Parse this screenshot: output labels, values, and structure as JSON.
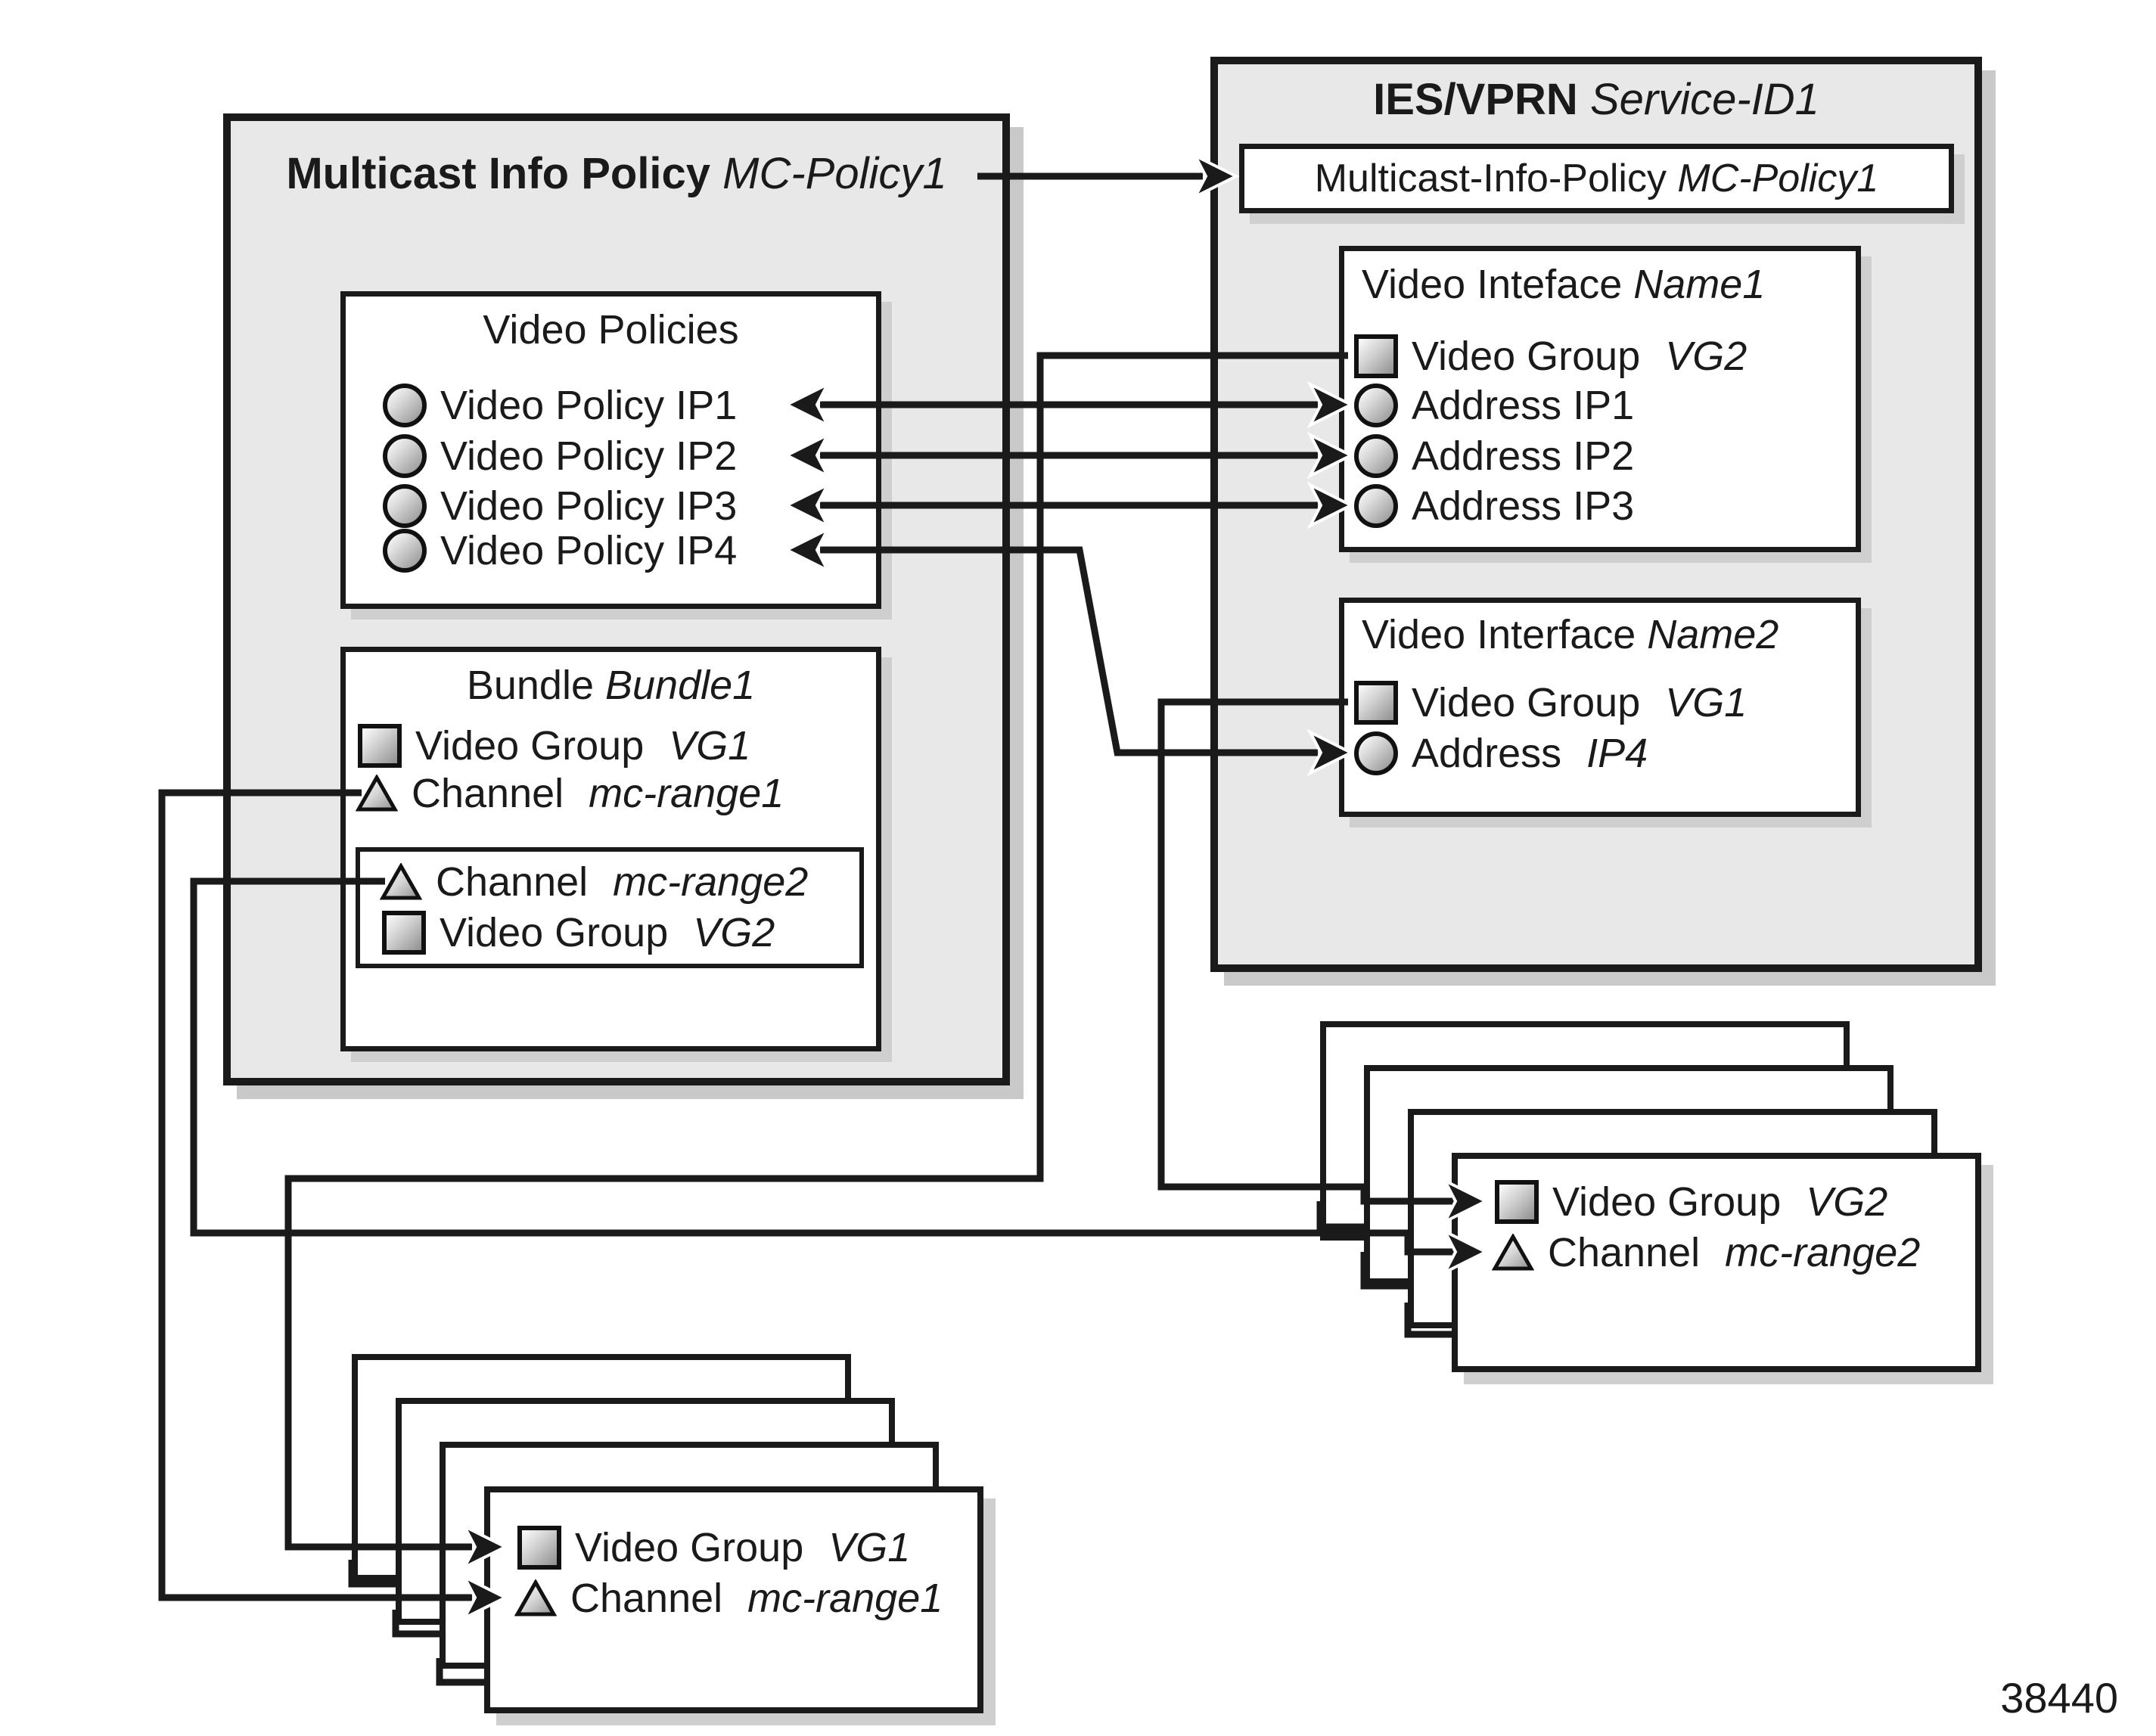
{
  "figure_number": "38440",
  "colors": {
    "panel_fill": "#e8e8e8",
    "box_fill": "#ffffff",
    "line": "#1a1a1a",
    "shadow": "#c9c9c9"
  },
  "left_panel": {
    "title": {
      "text": "Multicast Info Policy ",
      "em": "MC-Policy1"
    },
    "video_policies": {
      "title": "Video Policies",
      "items": [
        {
          "icon": "circle-icon",
          "text": "Video Policy IP1",
          "em": ""
        },
        {
          "icon": "circle-icon",
          "text": "Video Policy IP2",
          "em": ""
        },
        {
          "icon": "circle-icon",
          "text": "Video Policy IP3",
          "em": ""
        },
        {
          "icon": "circle-icon",
          "text": "Video Policy IP4",
          "em": ""
        }
      ]
    },
    "bundle": {
      "title": {
        "text": "Bundle ",
        "em": "Bundle1"
      },
      "items": [
        {
          "icon": "square-icon",
          "text": "Video Group ",
          "em": "VG1"
        },
        {
          "icon": "triangle-icon",
          "text": "Channel ",
          "em": "mc-range1"
        }
      ],
      "inner_items": [
        {
          "icon": "triangle-icon",
          "text": "Channel ",
          "em": "mc-range2"
        },
        {
          "icon": "square-icon",
          "text": "Video Group ",
          "em": "VG2"
        }
      ]
    }
  },
  "right_panel": {
    "title": {
      "text": "IES/VPRN ",
      "em": "Service-ID1"
    },
    "policy_box": {
      "text": "Multicast-Info-Policy ",
      "em": "MC-Policy1"
    },
    "interface1": {
      "title": {
        "text": "Video Inteface ",
        "em": "Name1"
      },
      "items": [
        {
          "icon": "square-icon",
          "text": "Video Group ",
          "em": "VG2"
        },
        {
          "icon": "circle-icon",
          "text": "Address IP1",
          "em": ""
        },
        {
          "icon": "circle-icon",
          "text": "Address IP2",
          "em": ""
        },
        {
          "icon": "circle-icon",
          "text": "Address IP3",
          "em": ""
        }
      ]
    },
    "interface2": {
      "title": {
        "text": "Video Interface ",
        "em": "Name2"
      },
      "items": [
        {
          "icon": "square-icon",
          "text": "Video Group ",
          "em": "VG1"
        },
        {
          "icon": "circle-icon",
          "text": "Address ",
          "em": "IP4"
        }
      ]
    }
  },
  "right_stack": {
    "items": [
      {
        "icon": "square-icon",
        "text": "Video Group ",
        "em": "VG2"
      },
      {
        "icon": "triangle-icon",
        "text": "Channel ",
        "em": "mc-range2"
      }
    ]
  },
  "left_stack": {
    "items": [
      {
        "icon": "square-icon",
        "text": "Video Group ",
        "em": "VG1"
      },
      {
        "icon": "triangle-icon",
        "text": "Channel ",
        "em": "mc-range1"
      }
    ]
  }
}
